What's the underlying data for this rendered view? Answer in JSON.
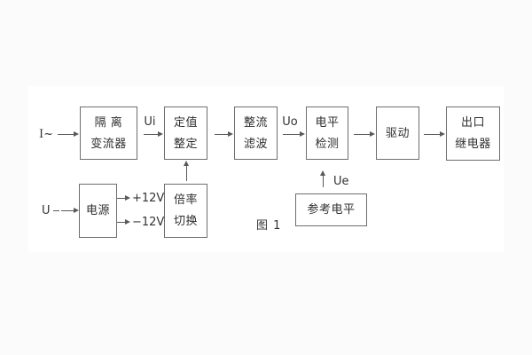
{
  "figure": {
    "caption": "图 1",
    "colors": {
      "line": "#595959",
      "box_border": "#6e6e6e",
      "text": "#2f2f2f",
      "background": "#fbfbfb",
      "panel": "#ffffff"
    }
  },
  "inputs": {
    "current": "I~",
    "voltage": "U"
  },
  "signals": {
    "ui": "Ui",
    "uo": "Uo",
    "ue": "Ue",
    "plus12v": "+12V",
    "minus12v": "−12V"
  },
  "blocks": {
    "isolation": {
      "line1": "隔 离",
      "line2": "变流器"
    },
    "setting": {
      "line1": "定值",
      "line2": "整定"
    },
    "rectifier": {
      "line1": "整流",
      "line2": "滤波"
    },
    "level": {
      "line1": "电平",
      "line2": "检测"
    },
    "drive": {
      "label": "驱动"
    },
    "relay": {
      "line1": "出口",
      "line2": "继电器"
    },
    "power": {
      "label": "电源"
    },
    "multiplier": {
      "line1": "倍率",
      "line2": "切换"
    },
    "reference": {
      "label": "参考电平"
    }
  }
}
